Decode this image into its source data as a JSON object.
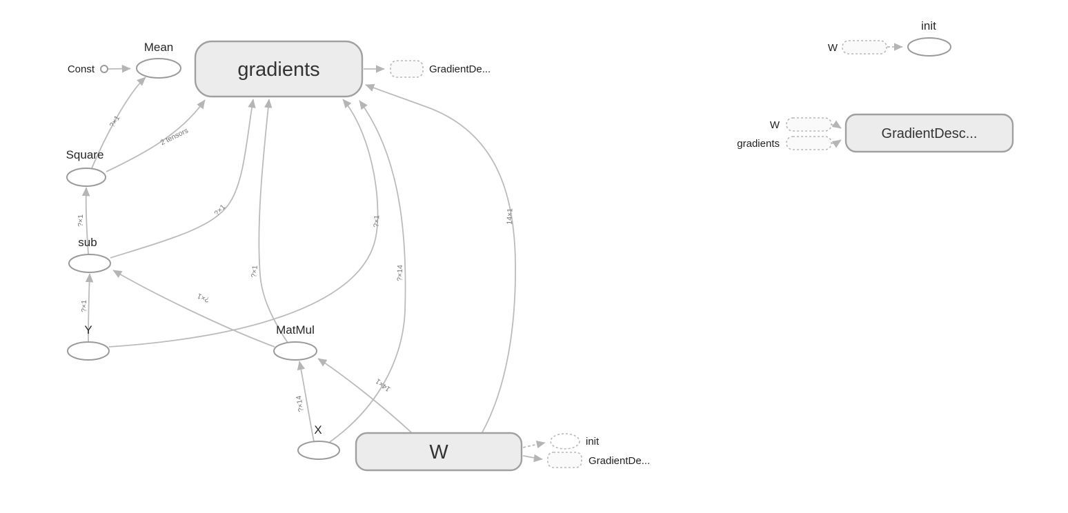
{
  "app": "TensorFlow graph visualization",
  "colors": {
    "background": "#ffffff",
    "edge": "#bbbbbb",
    "node_stroke": "#9a9a9a",
    "node_fill": "#ffffff",
    "group_node_fill": "#ececec",
    "node_label": "#262626",
    "edge_label": "#757575"
  },
  "nodes": {
    "const": "Const",
    "mean": "Mean",
    "gradients": "gradients",
    "square": "Square",
    "sub": "sub",
    "y": "Y",
    "matmul": "MatMul",
    "x": "X",
    "w": "W"
  },
  "stubs": {
    "gradients_out_label": "GradientDe...",
    "w_init_label": "init",
    "w_out_label": "GradientDe..."
  },
  "aux": {
    "init": {
      "title": "init",
      "input_label": "W"
    },
    "gradient_descent": {
      "title": "GradientDesc...",
      "input1_label": "W",
      "input2_label": "gradients"
    }
  },
  "edge_labels": {
    "square_to_mean": "?×1",
    "square_to_gradients": "2 tensors",
    "sub_to_square": "?×1",
    "y_to_sub": "?×1",
    "matmul_to_sub": "?×1",
    "matmul_to_gradients": "?×1",
    "sub_to_gradients": "?×1",
    "y_to_gradients": "?×1",
    "x_to_gradients": "?×14",
    "w_to_gradients": "14×1",
    "x_to_matmul": "?×14",
    "w_to_matmul": "14×1"
  }
}
